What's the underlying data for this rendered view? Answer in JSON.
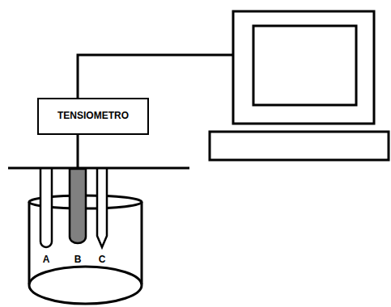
{
  "diagram": {
    "nodes": [
      {
        "text": [
          "TENSIOMETRO"
        ]
      }
    ],
    "labels": [
      "A",
      "B",
      "C"
    ]
  }
}
